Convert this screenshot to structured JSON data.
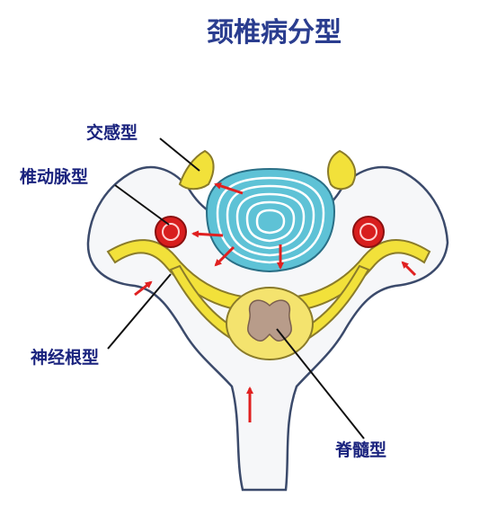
{
  "diagram": {
    "title": "颈椎病分型",
    "labels": {
      "sympathetic": "交感型",
      "vertebral_artery": "椎动脉型",
      "nerve_root": "神经根型",
      "spinal_cord": "脊髓型"
    },
    "colors": {
      "title": "#2a3d8f",
      "label": "#1a237e",
      "bone_fill": "#f6f7f9",
      "bone_stroke": "#3b4a6b",
      "disc_fill": "#5ec2d6",
      "disc_ring": "#ffffff",
      "nerve_yellow": "#f2e13a",
      "nerve_outline": "#8a7b2a",
      "artery_red": "#d81e1e",
      "arrow_red": "#e02020",
      "cord_yellow": "#f4e36e",
      "grey_matter": "#b89c8a",
      "leader": "#111111"
    }
  }
}
